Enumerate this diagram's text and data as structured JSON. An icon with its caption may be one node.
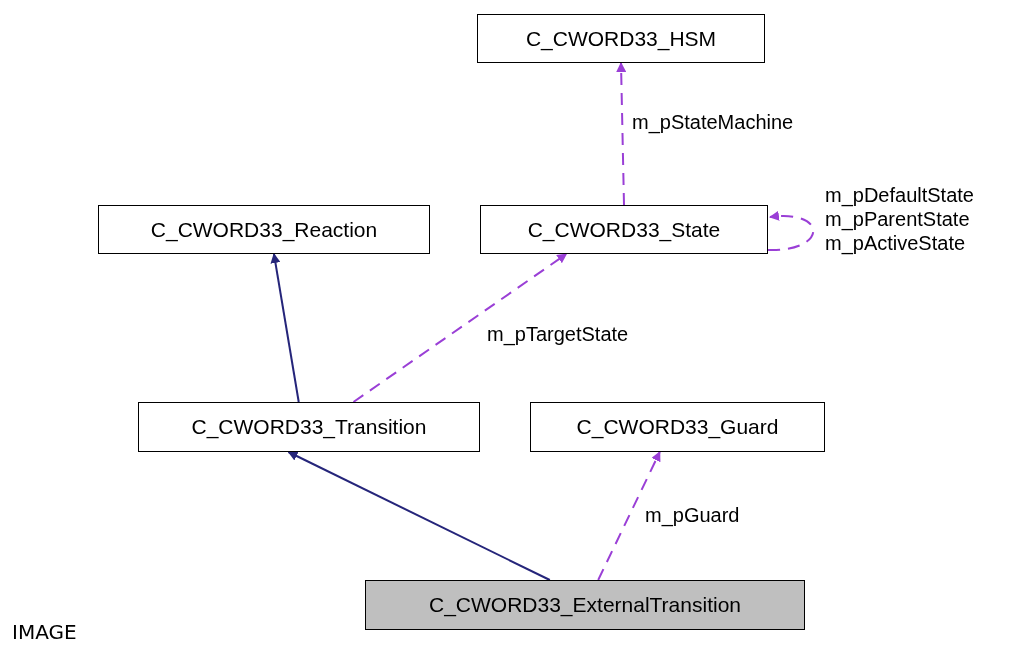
{
  "diagram": {
    "nodes": [
      {
        "text": [
          "C_CWORD33_HSM"
        ]
      },
      {
        "text": [
          "C_CWORD33_Reaction"
        ]
      },
      {
        "text": [
          "C_CWORD33_State"
        ]
      },
      {
        "text": [
          "C_CWORD33_Transition"
        ]
      },
      {
        "text": [
          "C_CWORD33_Guard"
        ]
      },
      {
        "text": [
          "C_CWORD33_ExternalTransition"
        ]
      }
    ],
    "edges": [
      {
        "from": 2,
        "to": 0,
        "arrow": "to",
        "label": "m_pStateMachine",
        "style": "dashed"
      },
      {
        "from": 2,
        "to": 2,
        "arrow": "to",
        "label": "m_pDefaultState m_pParentState m_pActiveState",
        "style": "dashed"
      },
      {
        "from": 3,
        "to": 1,
        "arrow": "to",
        "color": "#25257a"
      },
      {
        "from": 3,
        "to": 2,
        "arrow": "to",
        "label": "m_pTargetState",
        "style": "dashed"
      },
      {
        "from": 5,
        "to": 3,
        "arrow": "to",
        "color": "#25257a"
      },
      {
        "from": 5,
        "to": 4,
        "arrow": "to",
        "label": "m_pGuard",
        "style": "dashed"
      }
    ],
    "labels": [
      "IMAGE"
    ]
  }
}
